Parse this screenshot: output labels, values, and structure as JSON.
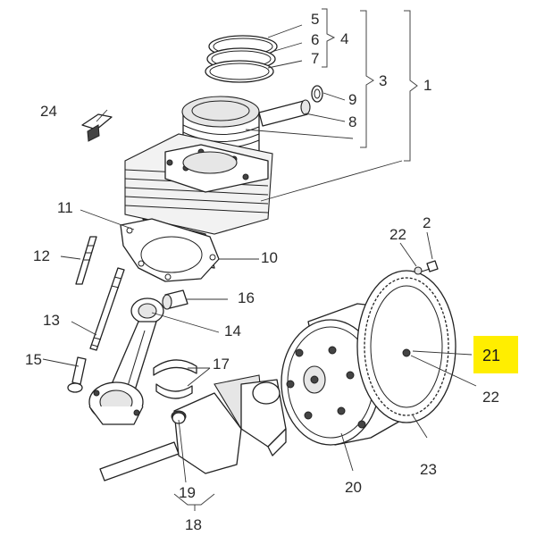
{
  "labels": {
    "l1": "1",
    "l2": "2",
    "l3": "3",
    "l4": "4",
    "l5": "5",
    "l6": "6",
    "l7": "7",
    "l8": "8",
    "l9": "9",
    "l10": "10",
    "l11": "11",
    "l12": "12",
    "l13": "13",
    "l14": "14",
    "l15": "15",
    "l16": "16",
    "l17": "17",
    "l18": "18",
    "l19": "19",
    "l20": "20",
    "l21": "21",
    "l22a": "22",
    "l22b": "22",
    "l23": "23",
    "l24": "24"
  },
  "highlight": {
    "part": "21",
    "color": "#ffee00"
  }
}
